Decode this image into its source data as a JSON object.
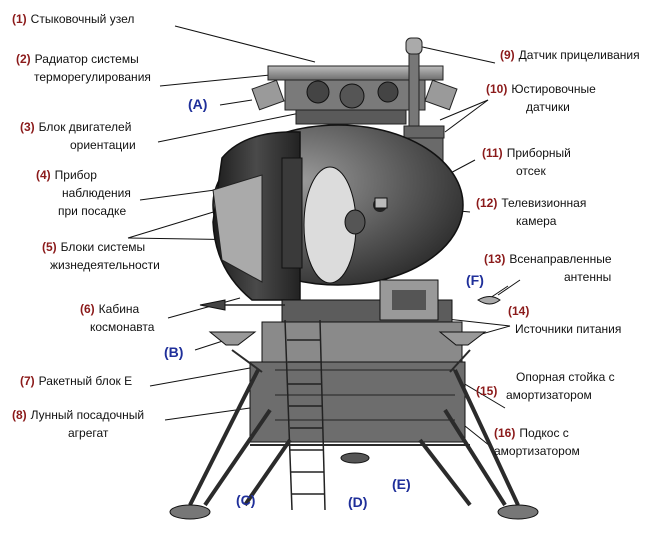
{
  "labels": [
    {
      "num": "(1)",
      "line1": "Стыковочный узел",
      "line2": ""
    },
    {
      "num": "(2)",
      "line1": "Радиатор системы",
      "line2": "терморегулирования"
    },
    {
      "num": "(3)",
      "line1": "Блок двигателей",
      "line2": "ориентации"
    },
    {
      "num": "(4)",
      "line1": "Прибор",
      "line2": "наблюдения",
      "line3": "при посадке"
    },
    {
      "num": "(5)",
      "line1": "Блоки системы",
      "line2": "жизнедеятельности"
    },
    {
      "num": "(6)",
      "line1": "Кабина",
      "line2": "космонавта"
    },
    {
      "num": "(7)",
      "line1": "Ракетный блок Е",
      "line2": ""
    },
    {
      "num": "(8)",
      "line1": "Лунный посадочный",
      "line2": "агрегат"
    },
    {
      "num": "(9)",
      "line1": "Датчик прицеливания",
      "line2": ""
    },
    {
      "num": "(10)",
      "line1": "Юстировочные",
      "line2": "датчики"
    },
    {
      "num": "(11)",
      "line1": "Приборный",
      "line2": "отсек"
    },
    {
      "num": "(12)",
      "line1": "Телевизионная",
      "line2": "камера"
    },
    {
      "num": "(13)",
      "line1": "Всенаправленные",
      "line2": "антенны"
    },
    {
      "num": "(14)",
      "line1": "Источники питания",
      "line2": ""
    },
    {
      "num": "(15)",
      "line1": "Опорная стойка с",
      "line2": "амортизатором"
    },
    {
      "num": "(16)",
      "line1": "Подкос с",
      "line2": "амортизатором"
    }
  ],
  "letters": [
    "(A)",
    "(B)",
    "(C)",
    "(D)",
    "(E)",
    "(F)"
  ],
  "colors": {
    "number": "#8b1a1a",
    "letter": "#1f2f9a",
    "drawing": "#2b2b2b"
  }
}
